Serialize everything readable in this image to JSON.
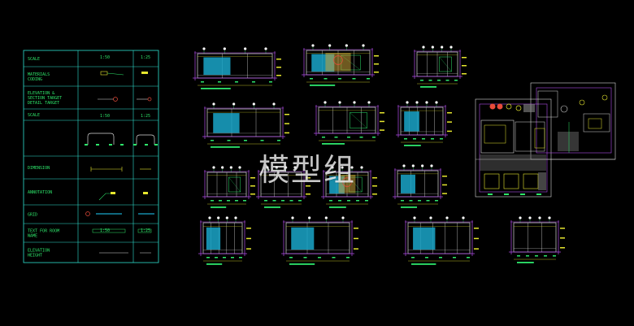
{
  "watermark": "模型组",
  "legend": {
    "rows": [
      {
        "label": "SCALE",
        "c1": "1:50",
        "c2": "1:25"
      },
      {
        "label": "MATERIALS CODING",
        "c1": "",
        "c2": ""
      },
      {
        "label": "ELEVATION & SECTION TARGET DETAIL TARGET",
        "c1": "",
        "c2": ""
      },
      {
        "label": "SCALE",
        "c1": "1:50",
        "c2": "1:25"
      },
      {
        "label": "",
        "c1": "",
        "c2": ""
      },
      {
        "label": "DIMENSION",
        "c1": "",
        "c2": ""
      },
      {
        "label": "ANNOTATION",
        "c1": "",
        "c2": ""
      },
      {
        "label": "GRID",
        "c1": "",
        "c2": ""
      },
      {
        "label": "TEXT FOR ROOM NAME",
        "c1": "1:50",
        "c2": "1:25"
      },
      {
        "label": "ELEVATION HEIGHT",
        "c1": "",
        "c2": ""
      }
    ]
  },
  "colors": {
    "background": "#000000",
    "table_line": "#2fe0d0",
    "text": "#2ee66b",
    "drawing_frame": "#b04de8",
    "wall": "#d8d8d8",
    "fill": "#1aa6c9",
    "dim": "#e6e62e",
    "accent_red": "#e84b3a"
  }
}
